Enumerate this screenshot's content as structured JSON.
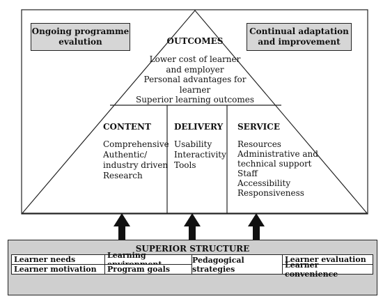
{
  "top_left_box": "Ongoing programme evalution",
  "top_right_box": "Continual adaptation and improvement",
  "outcomes": {
    "heading": "OUTCOMES",
    "lines": [
      "Lower cost of learner",
      "and employer",
      "Personal advantages for",
      "learner",
      "Superior learning outcomes"
    ]
  },
  "columns": {
    "content": {
      "heading": "CONTENT",
      "lines": [
        "Comprehensive",
        "Authentic/",
        "industry driven",
        "Research"
      ]
    },
    "delivery": {
      "heading": "DELIVERY",
      "lines": [
        "Usability",
        "Interactivity",
        "Tools"
      ]
    },
    "service": {
      "heading": "SERVICE",
      "lines": [
        "Resources",
        "Administrative and",
        "technical support",
        "Staff",
        "Accessibility",
        "Responsiveness"
      ]
    }
  },
  "structure": {
    "title": "SUPERIOR STRUCTURE",
    "cells": {
      "learner_needs": "Learner needs",
      "learner_motivation": "Learner motivation",
      "learning_environment": "Learning environment",
      "program_goals": "Program goals",
      "pedagogical_strategies": "Pedagogical strategies",
      "learner_evaluation": "Learner evaluation",
      "learner_convenience": "Learner convenience"
    }
  },
  "colors": {
    "box_fill": "#d6d6d6",
    "structure_fill": "#cfcfcf",
    "line": "#222222"
  }
}
